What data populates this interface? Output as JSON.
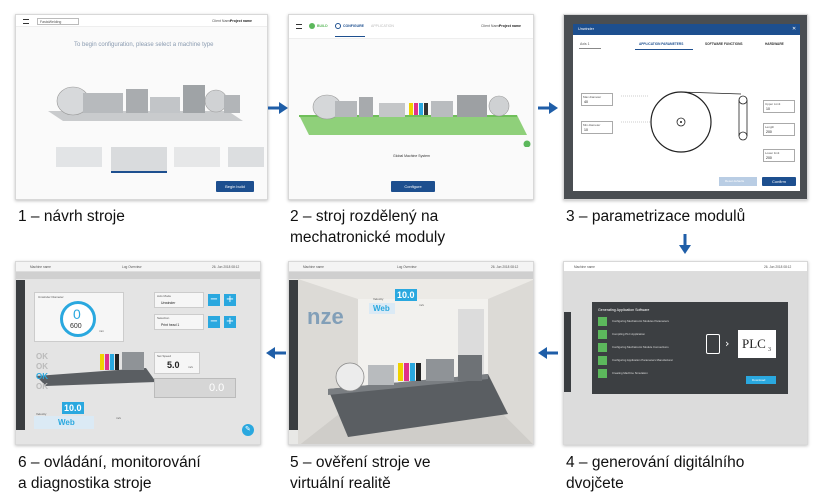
{
  "steps": [
    {
      "caption_line1": "1 – návrh stroje",
      "caption_line2": "",
      "ui": {
        "dropdown": "FastaWelding",
        "brand_label": "Client Name",
        "brand_bold": "Project name",
        "prompt": "To begin configuration, please select a machine type",
        "action_button": "Begin build"
      }
    },
    {
      "caption_line1": "2 – stroj rozdělený na",
      "caption_line2": "mechatronické moduly",
      "ui": {
        "tabs": [
          "BUILD",
          "CONFIGURE",
          "APPLICATION"
        ],
        "brand_label": "Client Name",
        "brand_bold": "Project name",
        "machine_label": "Global Machine System",
        "action_button": "Configure"
      }
    },
    {
      "caption_line1": "3 – parametrizace modulů",
      "caption_line2": "",
      "ui": {
        "dialog_title": "Unwinder",
        "select_value": "Axis 1",
        "tabs": [
          "APPLICATION PARAMETERS",
          "SOFTWARE FUNCTIONS",
          "HARDWARE"
        ],
        "fields_left": [
          {
            "label": "Max diameter",
            "value": "40"
          },
          {
            "label": "Min diameter",
            "value": "10"
          }
        ],
        "fields_right": [
          {
            "label": "Upper Limit",
            "value": "10"
          },
          {
            "label": "Length",
            "value": "200"
          },
          {
            "label": "Lower limit",
            "value": "200"
          }
        ],
        "secondary_button": "Reset defaults",
        "primary_button": "Confirm"
      }
    },
    {
      "caption_line1": "4 – generování digitálního",
      "caption_line2": "dvojčete",
      "ui": {
        "header_title": "Machine name",
        "header_date": "26. Jun 2018 08:12",
        "sidebar_label": "Machine",
        "panel_title": "Generating Application Software",
        "tasks": [
          "Configuring Mechatronic Modules Parameters",
          "Compiling PLC Application",
          "Configuring Mechatronic Module Connections",
          "Configuring Application Parameters Manufacturer",
          "Creating Machine Simulation"
        ],
        "plc_text": "PLC",
        "plc_sub": "3",
        "action_button": "Download"
      }
    },
    {
      "caption_line1": "5 – ověření stroje ve",
      "caption_line2": "virtuální realitě",
      "ui": {
        "header_title": "Machine name",
        "header_tab": "Log Overview",
        "header_date": "26. Jun 2018 08:12",
        "sidebar_label": "Machine",
        "velocity_label": "Velocity",
        "velocity_value": "10.0",
        "velocity_unit": "m/s",
        "web_label": "Web",
        "logo_text": "nze"
      }
    },
    {
      "caption_line1": "6 – ovládání, monitorování",
      "caption_line2": "a diagnostika stroje",
      "ui": {
        "header_title": "Machine name",
        "header_tab": "Log Overview",
        "header_date": "26. Jun 2018 08:12",
        "sidebar_label": "Machine",
        "gauge_title": "Unwinder Diameter",
        "gauge_value": "0",
        "gauge_max": "600",
        "gauge_unit": "mm",
        "speed_label": "Set Speed",
        "speed_value": "5.0",
        "speed_unit": "m/s",
        "ok_items": [
          "OK",
          "OK",
          "OK",
          "OK"
        ],
        "readout_value": "0.0",
        "velocity_label": "Velocity",
        "velocity_value": "10.0",
        "velocity_unit": "m/s",
        "web_label": "Web",
        "select_1_label": "Axis Mode",
        "select_1_value": "Unwinder",
        "select_2_label": "Selection",
        "select_2_value": "Print head 1"
      }
    }
  ],
  "colors": {
    "arrow": "#1f5ea8",
    "accent_blue": "#2aa8df",
    "dark_blue": "#1d4f8f",
    "green": "#5cb85c"
  }
}
